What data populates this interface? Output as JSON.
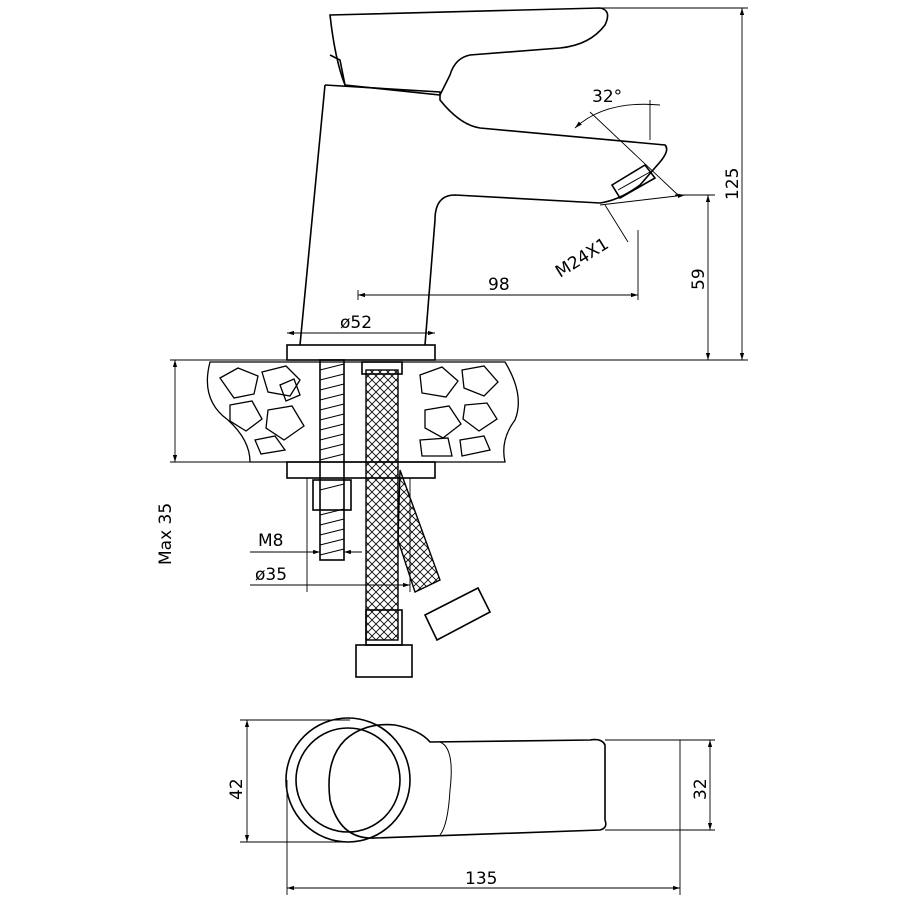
{
  "drawing": {
    "title": "Faucet technical drawing",
    "dimensions": {
      "angle": "32°",
      "total_height": "125",
      "aerator_thread": "M24X1",
      "spout_height": "59",
      "spout_reach": "98",
      "base_diameter": "ø52",
      "max_countertop": "Max 35",
      "stud_thread": "M8",
      "hole_diameter": "ø35",
      "top_depth": "42",
      "lever_width": "32",
      "total_length": "135"
    }
  }
}
